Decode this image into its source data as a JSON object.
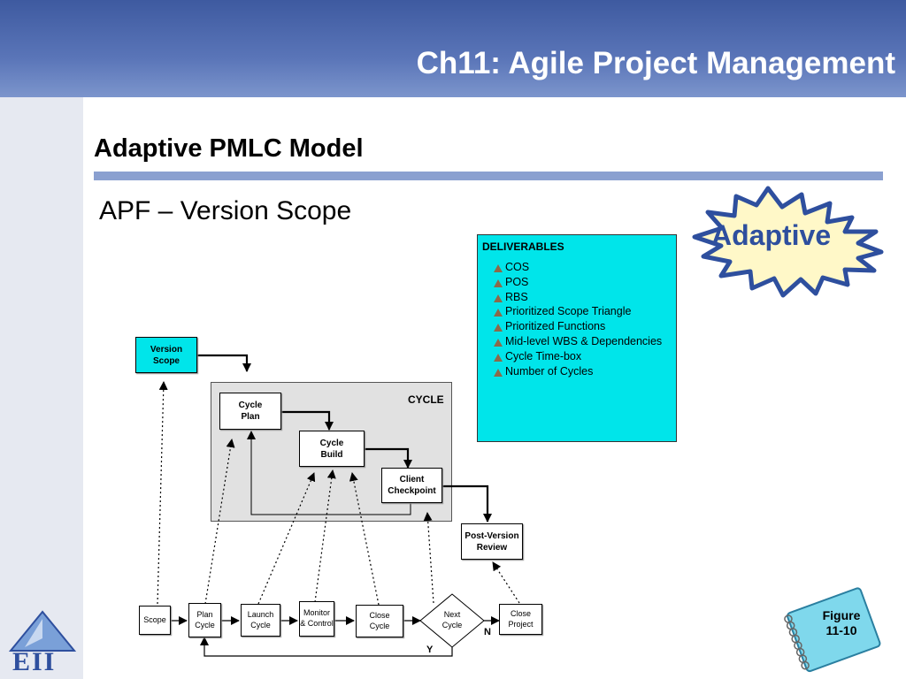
{
  "header": {
    "title": "Ch11: Agile Project Management"
  },
  "slide": {
    "subtitle": "Adaptive PMLC Model",
    "heading": "APF – Version Scope"
  },
  "badge": {
    "label": "Adaptive"
  },
  "figure": {
    "label": "Figure\n11-10"
  },
  "logo": {
    "text": "EII"
  },
  "deliverables": {
    "title": "DELIVERABLES",
    "items": [
      "COS",
      "POS",
      "RBS",
      "Prioritized Scope Triangle",
      "Prioritized Functions",
      "Mid-level WBS & Dependencies",
      "Cycle Time-box",
      "Number of Cycles"
    ]
  },
  "diagram": {
    "version_scope": "Version\nScope",
    "cycle_label": "CYCLE",
    "cycle_plan": "Cycle\nPlan",
    "cycle_build": "Cycle\nBuild",
    "client_checkpoint": "Client\nCheckpoint",
    "post_version_review": "Post-Version\nReview",
    "scope": "Scope",
    "plan_cycle": "Plan\nCycle",
    "launch_cycle": "Launch\nCycle",
    "monitor_control": "Monitor\n& Control",
    "close_cycle": "Close\nCycle",
    "next_cycle": "Next\nCycle",
    "close_project": "Close\nProject",
    "no_label": "N",
    "yes_label": "Y"
  },
  "colors": {
    "header": "#4a66ad",
    "cyan": "#00e5ea",
    "badge_star": "#fff8c8",
    "badge_border": "#2e4f9e",
    "rule": "#8aa0d0",
    "cycle_region": "#e1e1e1"
  }
}
